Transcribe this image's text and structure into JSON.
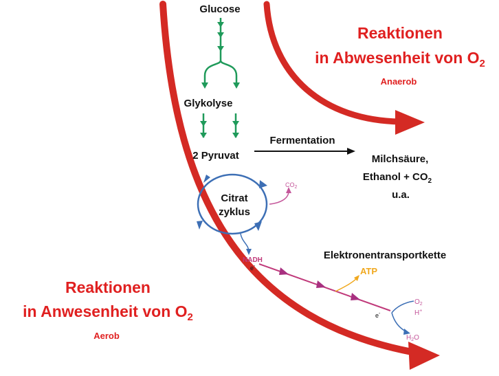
{
  "colors": {
    "big_arrow": "#d42a24",
    "glycolysis": "#1f9a5a",
    "citrate": "#3d6fb5",
    "etc": "#c0397a",
    "co2_label": "#c4569a",
    "atp": "#f0a81e",
    "title_red": "#e02020",
    "text": "#111111"
  },
  "labels": {
    "glucose": "Glucose",
    "glycolysis": "Glykolyse",
    "pyruvate": "2 Pyruvat",
    "fermentation": "Fermentation",
    "products": [
      "Milchsäure,",
      "Ethanol + CO",
      "u.a."
    ],
    "products_sub": "2",
    "citrate_line1": "Citrat",
    "citrate_line2": "zyklus",
    "co2": "CO",
    "co2_sub": "2",
    "nadh": "NADH",
    "electron": "e",
    "electron_sup": "-",
    "etc_title": "Elektronentransportkette",
    "atp": "ATP",
    "o2": "O",
    "o2_sub": "2",
    "h_plus": "H",
    "h_plus_sup": "+",
    "h2o": "H",
    "h2o_sub": "2",
    "h2o_tail": "O"
  },
  "anaerob": {
    "line1": "Reaktionen",
    "line2": "in Abwesenheit von O",
    "line2_sub": "2",
    "tag": "Anaerob"
  },
  "aerob": {
    "line1": "Reaktionen",
    "line2": "in Anwesenheit von O",
    "line2_sub": "2",
    "tag": "Aerob"
  }
}
